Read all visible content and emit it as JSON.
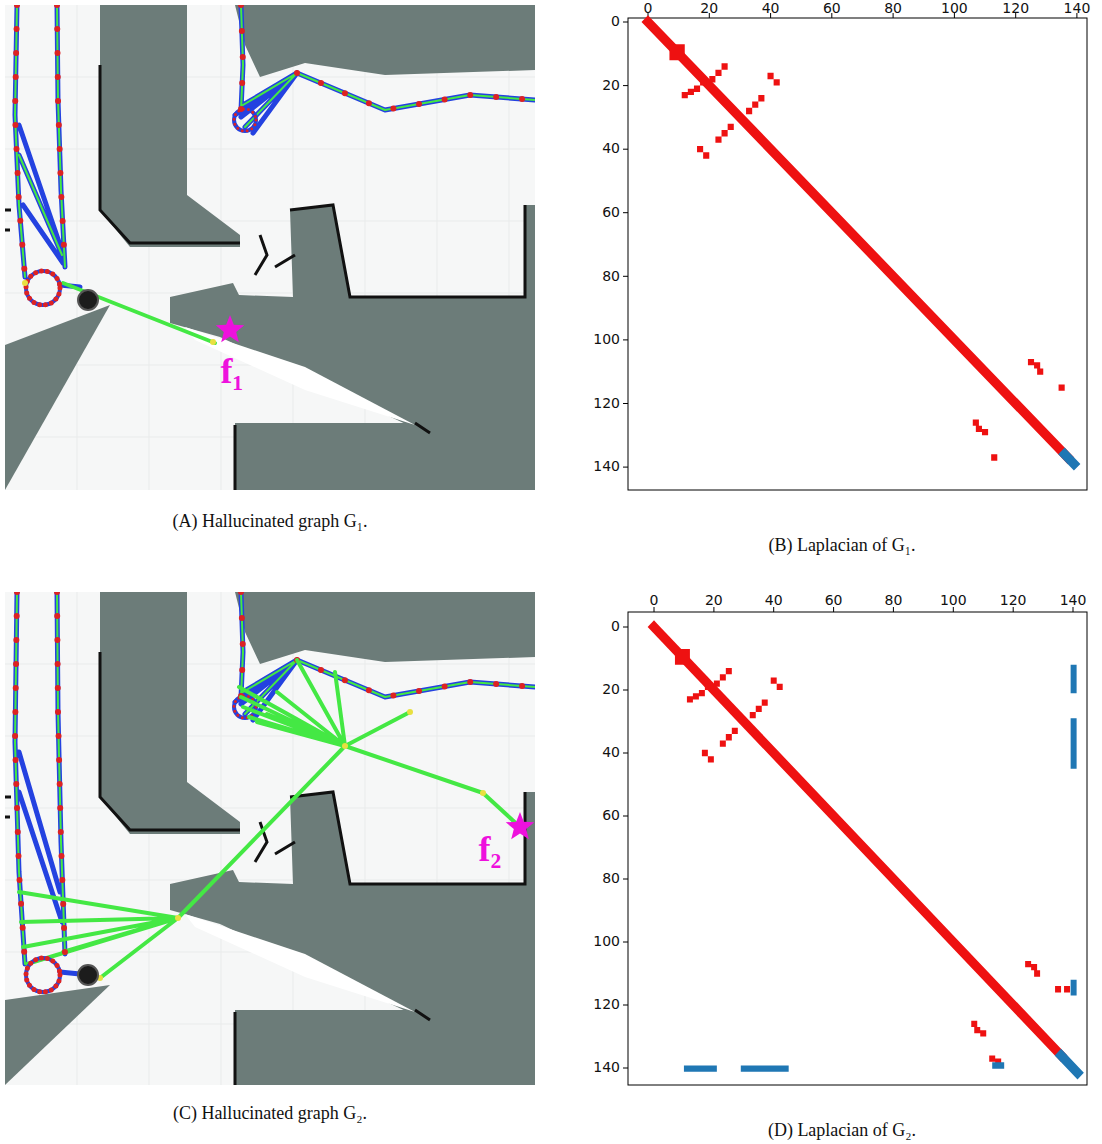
{
  "diagram": {
    "labels": [
      "0",
      "20",
      "40",
      "60",
      "80",
      "100",
      "120",
      "140",
      "0",
      "20",
      "40",
      "60",
      "80",
      "100",
      "120",
      "140",
      "f₁",
      "(A) Hallucinated graph G₁.",
      "(B) Laplacian of G₁.",
      "0",
      "20",
      "40",
      "60",
      "80",
      "100",
      "120",
      "140",
      "0",
      "20",
      "40",
      "60",
      "80",
      "100",
      "120",
      "140",
      "f₂",
      "(C) Hallucinated graph G₂.",
      "(D) Laplacian of G₂."
    ]
  }
}
